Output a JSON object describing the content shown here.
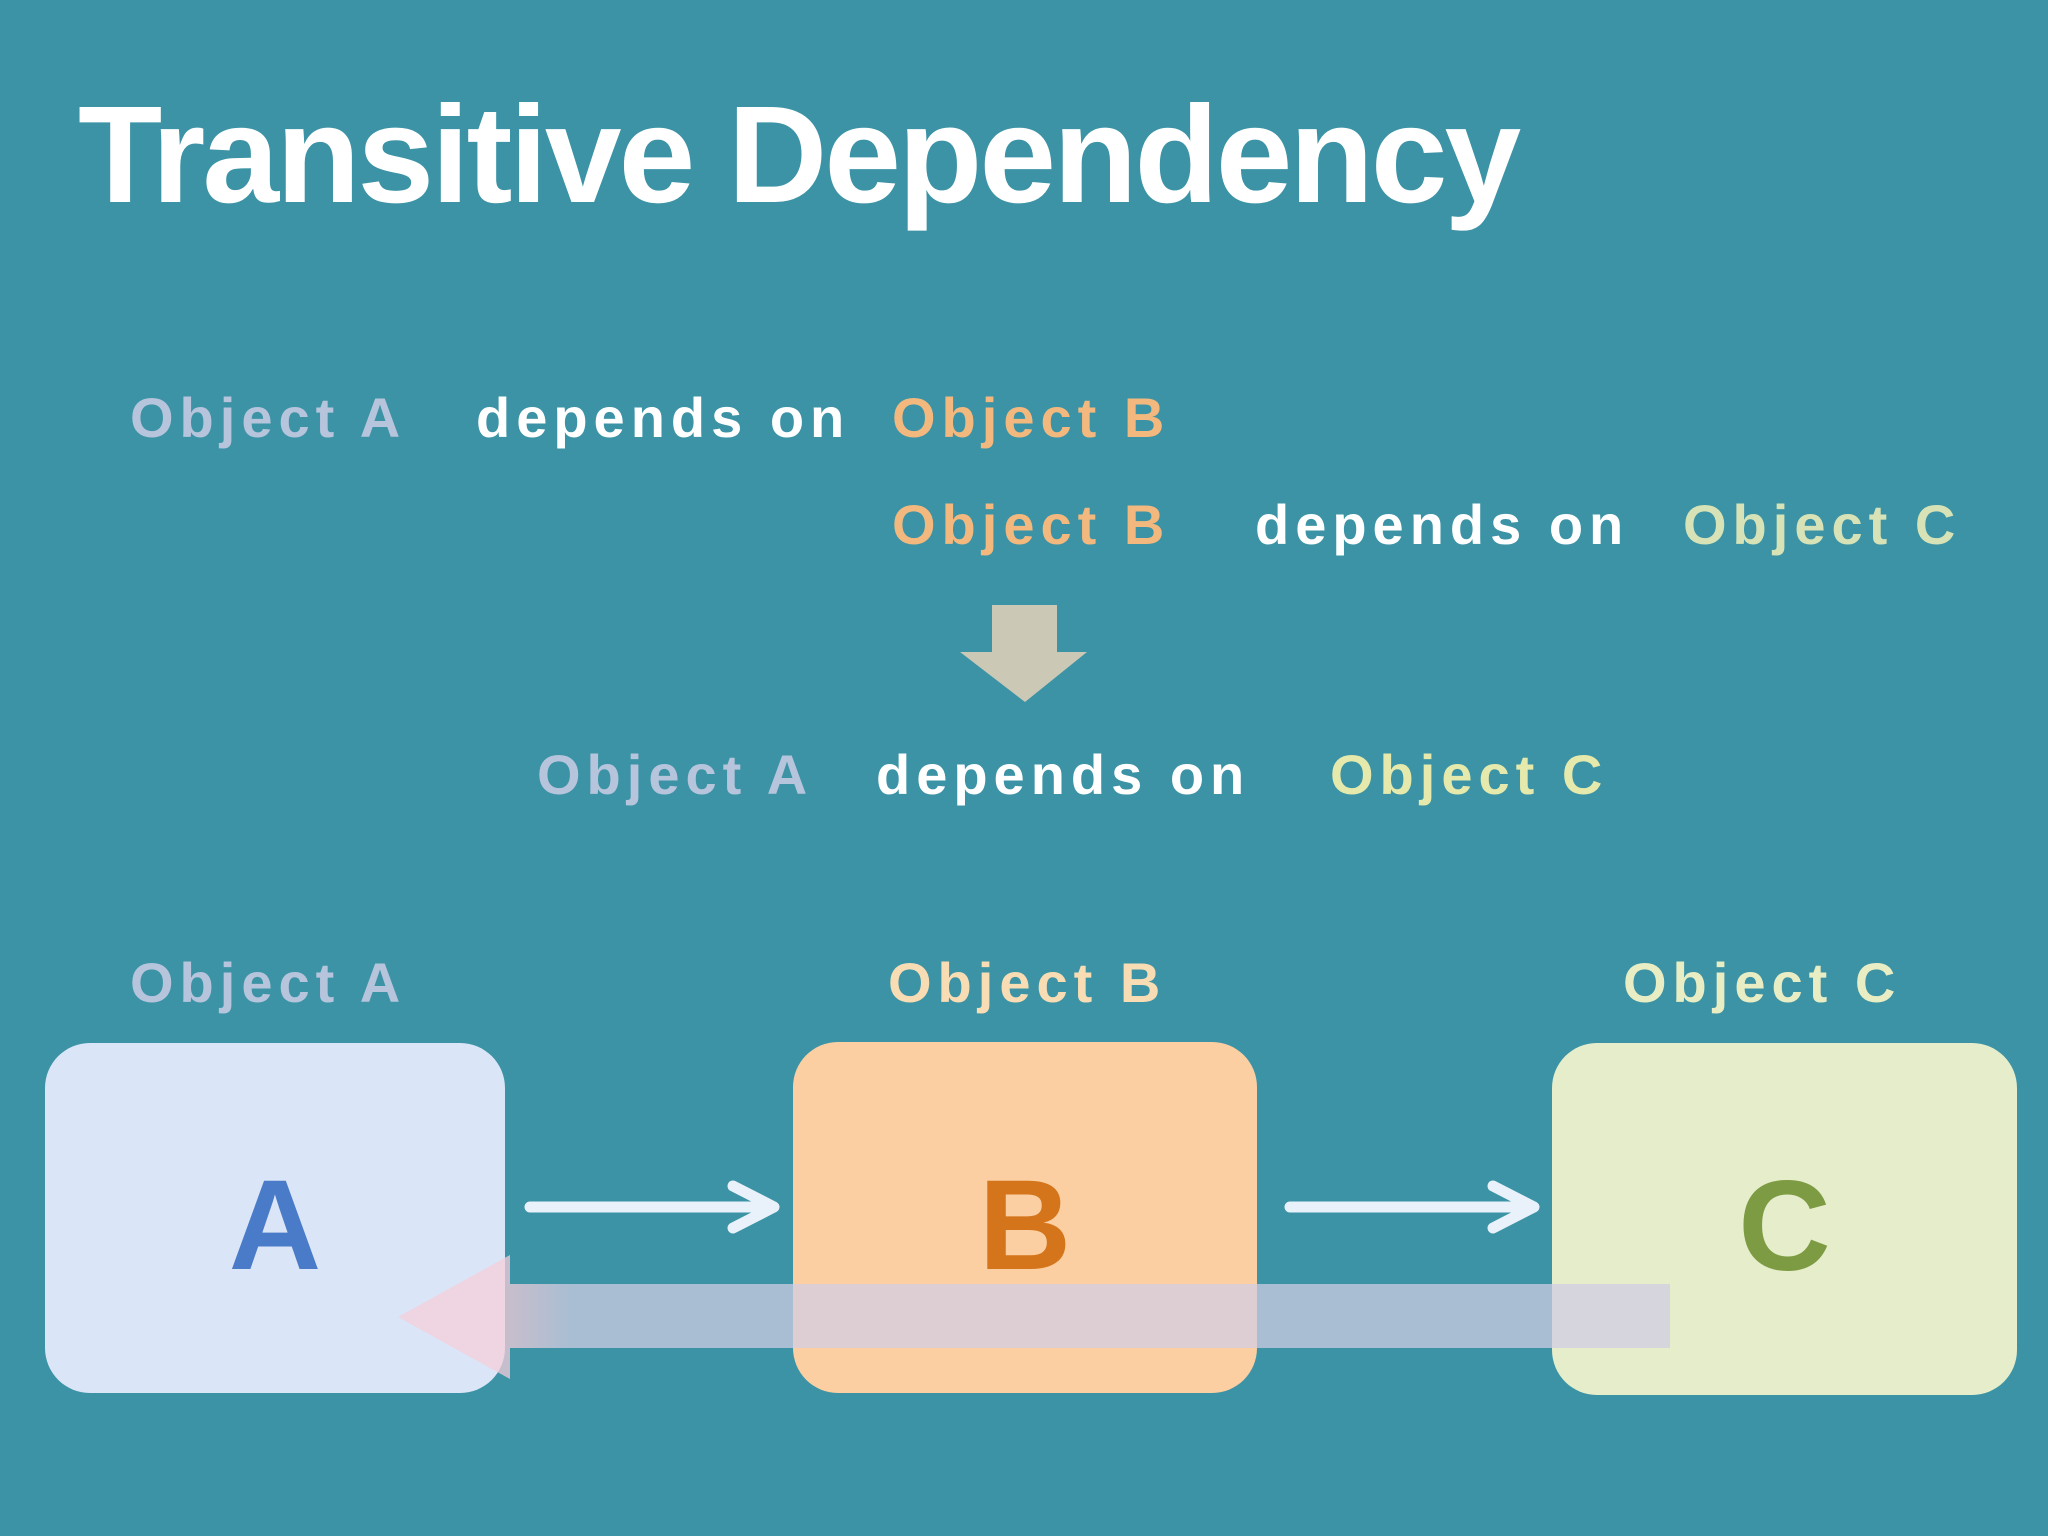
{
  "title": "Transitive Dependency",
  "background": "#3b93a5",
  "statements": {
    "line1": {
      "subject": "Object A",
      "verb": "depends on",
      "object": "Object B"
    },
    "line2": {
      "subject": "Object B",
      "verb": "depends on",
      "object": "Object C"
    },
    "line3": {
      "subject": "Object A",
      "verb": "depends on",
      "object": "Object C"
    }
  },
  "colors": {
    "title": "#ffffff",
    "verb": "#ffffff",
    "object_a_text": "#b6c4dc",
    "object_b_text": "#f2b87e",
    "object_c_text_line2": "#d7e3b6",
    "object_c_text_line3": "#e5e9ab",
    "down_arrow": "#cbc8b6",
    "connector_arrow": "#e9f2fa",
    "big_arrow_head": "#f6cdda",
    "big_arrow_shaft": "#d1cde3"
  },
  "nodes": {
    "a": {
      "label": "Object A",
      "letter": "A",
      "box_fill": "#dae6f7",
      "letter_color": "#4a7bc8",
      "label_color": "#b6c4dc"
    },
    "b": {
      "label": "Object B",
      "letter": "B",
      "box_fill": "#fbcfa2",
      "letter_color": "#d4751b",
      "label_color": "#f8dcb4"
    },
    "c": {
      "label": "Object C",
      "letter": "C",
      "box_fill": "#e6edcb",
      "letter_color": "#7d9b42",
      "label_color": "#e9edc4"
    }
  }
}
